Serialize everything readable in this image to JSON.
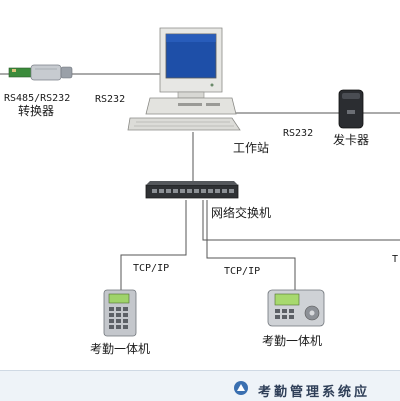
{
  "nodes": {
    "converter_label_line1": "RS485/RS232",
    "converter_label_line2": "转换器",
    "workstation_label": "工作站",
    "card_issuer_label": "发卡器",
    "switch_label": "网络交换机",
    "terminal1_label": "考勤一体机",
    "terminal2_label": "考勤一体机"
  },
  "links": {
    "converter_to_workstation": "RS232",
    "workstation_to_card_issuer": "RS232",
    "switch_to_terminal1": "TCP/IP",
    "switch_to_terminal2": "TCP/IP",
    "switch_to_right": "T"
  },
  "footer": {
    "title": "考勤管理系统应"
  },
  "colors": {
    "line": "#4a4a4a",
    "footer_bg": "#eef3f8",
    "footer_text": "#2f3f58",
    "device_gray": "#b9bcc0",
    "screen_blue": "#1e4fa8"
  }
}
